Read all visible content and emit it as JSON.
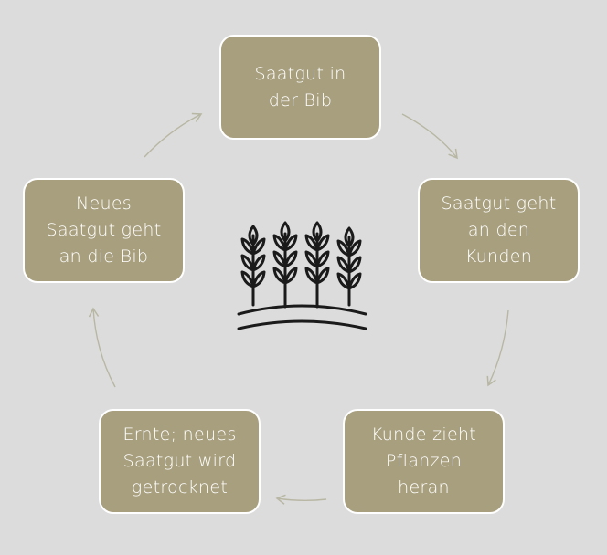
{
  "diagram": {
    "type": "cycle",
    "accent_color": "#a89f7e",
    "background_color": "#dcdcdc",
    "arrow_color": "#b8b7a4",
    "center_icon": "wheat-field-icon",
    "nodes": [
      {
        "id": "n1",
        "lines": [
          "Saatgut in",
          "der Bib"
        ]
      },
      {
        "id": "n2",
        "lines": [
          "Saatgut geht",
          "an den",
          "Kunden"
        ]
      },
      {
        "id": "n3",
        "lines": [
          "Kunde zieht",
          "Pflanzen",
          "heran"
        ]
      },
      {
        "id": "n4",
        "lines": [
          "Ernte; neues",
          "Saatgut wird",
          "getrocknet"
        ]
      },
      {
        "id": "n5",
        "lines": [
          "Neues",
          "Saatgut geht",
          "an die Bib"
        ]
      }
    ],
    "edges": [
      {
        "from": "n1",
        "to": "n2"
      },
      {
        "from": "n2",
        "to": "n3"
      },
      {
        "from": "n3",
        "to": "n4"
      },
      {
        "from": "n4",
        "to": "n5"
      },
      {
        "from": "n5",
        "to": "n1"
      }
    ]
  }
}
